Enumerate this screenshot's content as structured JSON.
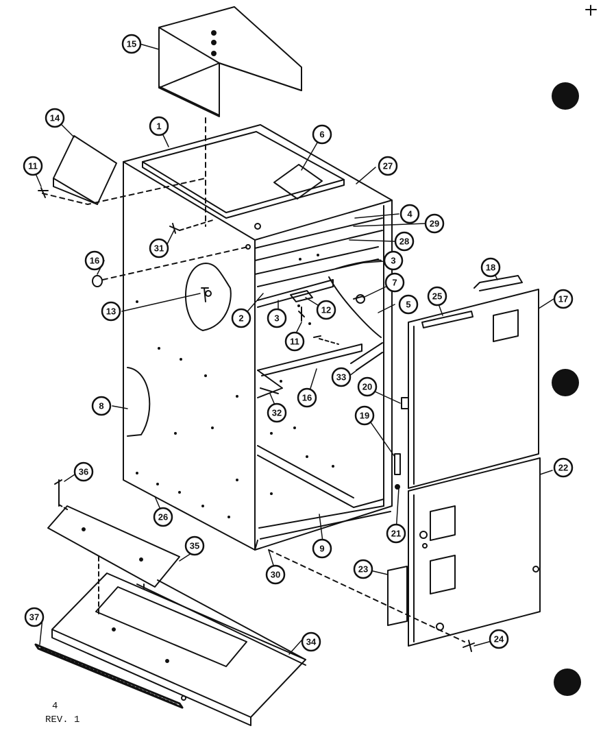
{
  "diagram": {
    "callouts": [
      "1",
      "2",
      "3",
      "3",
      "4",
      "5",
      "6",
      "7",
      "8",
      "9",
      "11",
      "11",
      "12",
      "13",
      "14",
      "15",
      "16",
      "16",
      "17",
      "18",
      "19",
      "20",
      "21",
      "22",
      "23",
      "24",
      "25",
      "26",
      "27",
      "28",
      "29",
      "30",
      "31",
      "32",
      "33",
      "34",
      "35",
      "36",
      "37"
    ]
  },
  "footer": {
    "sheet": "4",
    "revision": "REV. 1"
  },
  "colors": {
    "ink": "#111111",
    "paper": "#ffffff"
  }
}
